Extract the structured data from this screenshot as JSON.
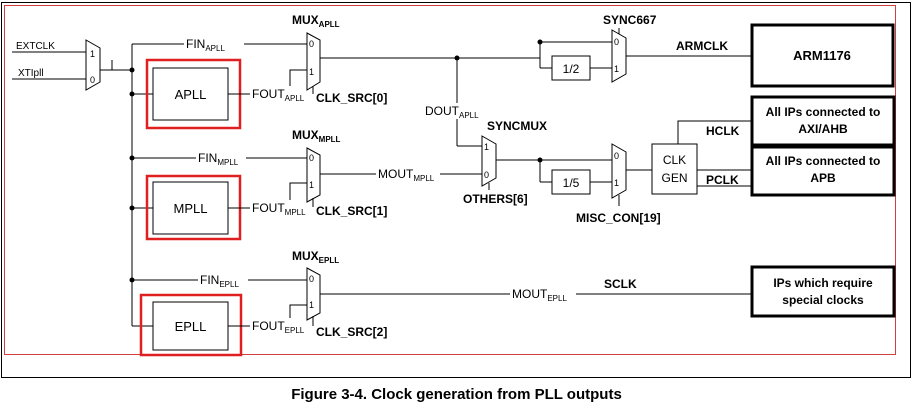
{
  "inputs": {
    "extclk": "EXTCLK",
    "xtipll": "XTIpll"
  },
  "input_mux": {
    "in0": "0",
    "in1": "1"
  },
  "plls": {
    "apll": "APLL",
    "mpll": "MPLL",
    "epll": "EPLL"
  },
  "signals": {
    "fin_apll": {
      "base": "FIN",
      "sub": "APLL"
    },
    "fin_mpll": {
      "base": "FIN",
      "sub": "MPLL"
    },
    "fin_epll": {
      "base": "FIN",
      "sub": "EPLL"
    },
    "fout_apll": {
      "base": "FOUT",
      "sub": "APLL"
    },
    "fout_mpll": {
      "base": "FOUT",
      "sub": "MPLL"
    },
    "fout_epll": {
      "base": "FOUT",
      "sub": "EPLL"
    },
    "dout_apll": {
      "base": "DOUT",
      "sub": "APLL"
    },
    "mout_mpll": {
      "base": "MOUT",
      "sub": "MPLL"
    },
    "mout_epll": {
      "base": "MOUT",
      "sub": "EPLL"
    }
  },
  "muxes": {
    "apll": {
      "base": "MUX",
      "sub": "APLL",
      "sel": "CLK_SRC[0]"
    },
    "mpll": {
      "base": "MUX",
      "sub": "MPLL",
      "sel": "CLK_SRC[1]"
    },
    "epll": {
      "base": "MUX",
      "sub": "EPLL",
      "sel": "CLK_SRC[2]"
    },
    "sync667": "SYNC667",
    "syncmux": "SYNCMUX",
    "others": "OTHERS[6]",
    "misc_con": "MISC_CON[19]",
    "mux_in0": "0",
    "mux_in1": "1"
  },
  "dividers": {
    "half": "1/2",
    "fifth": "1/5"
  },
  "clk_gen": {
    "line1": "CLK",
    "line2": "GEN"
  },
  "clock_names": {
    "armclk": "ARMCLK",
    "hclk": "HCLK",
    "pclk": "PCLK",
    "sclk": "SCLK"
  },
  "targets": {
    "arm": "ARM1176",
    "axi_line1": "All IPs connected to",
    "axi_line2": "AXI/AHB",
    "apb_line1": "All IPs connected to",
    "apb_line2": "APB",
    "special_line1": "IPs which require",
    "special_line2": "special clocks"
  },
  "caption": "Figure 3-4. Clock generation from PLL outputs"
}
